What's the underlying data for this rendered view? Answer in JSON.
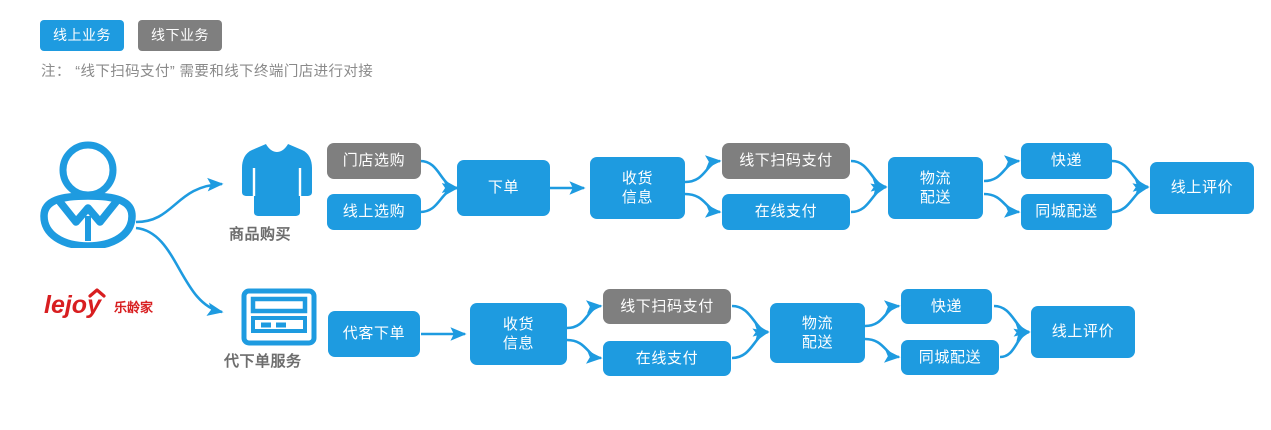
{
  "legend": {
    "online_label": "线上业务",
    "offline_label": "线下业务",
    "online_color": "#1e9be0",
    "offline_color": "#7f7f7f"
  },
  "note": "注： “线下扫码支付” 需要和线下终端门店进行对接",
  "actor": {
    "icon": "person-icon",
    "logo_text": "lejoy",
    "logo_cn": "乐龄家",
    "logo_color": "#d81e20"
  },
  "branches": [
    {
      "id": "goods-purchase",
      "icon": "shirt-icon",
      "caption": "商品购买",
      "steps": [
        {
          "label": "门店选购",
          "type": "offline"
        },
        {
          "label": "线上选购",
          "type": "online"
        },
        {
          "label": "下单",
          "type": "online"
        },
        {
          "label": "收货\n信息",
          "type": "online"
        },
        {
          "label": "线下扫码支付",
          "type": "offline"
        },
        {
          "label": "在线支付",
          "type": "online"
        },
        {
          "label": "物流\n配送",
          "type": "online"
        },
        {
          "label": "快递",
          "type": "online"
        },
        {
          "label": "同城配送",
          "type": "online"
        },
        {
          "label": "线上评价",
          "type": "online"
        }
      ]
    },
    {
      "id": "proxy-order-service",
      "icon": "card-icon",
      "caption": "代下单服务",
      "steps": [
        {
          "label": "代客下单",
          "type": "online"
        },
        {
          "label": "收货\n信息",
          "type": "online"
        },
        {
          "label": "线下扫码支付",
          "type": "offline"
        },
        {
          "label": "在线支付",
          "type": "online"
        },
        {
          "label": "物流\n配送",
          "type": "online"
        },
        {
          "label": "快递",
          "type": "online"
        },
        {
          "label": "同城配送",
          "type": "online"
        },
        {
          "label": "线上评价",
          "type": "online"
        }
      ]
    }
  ]
}
